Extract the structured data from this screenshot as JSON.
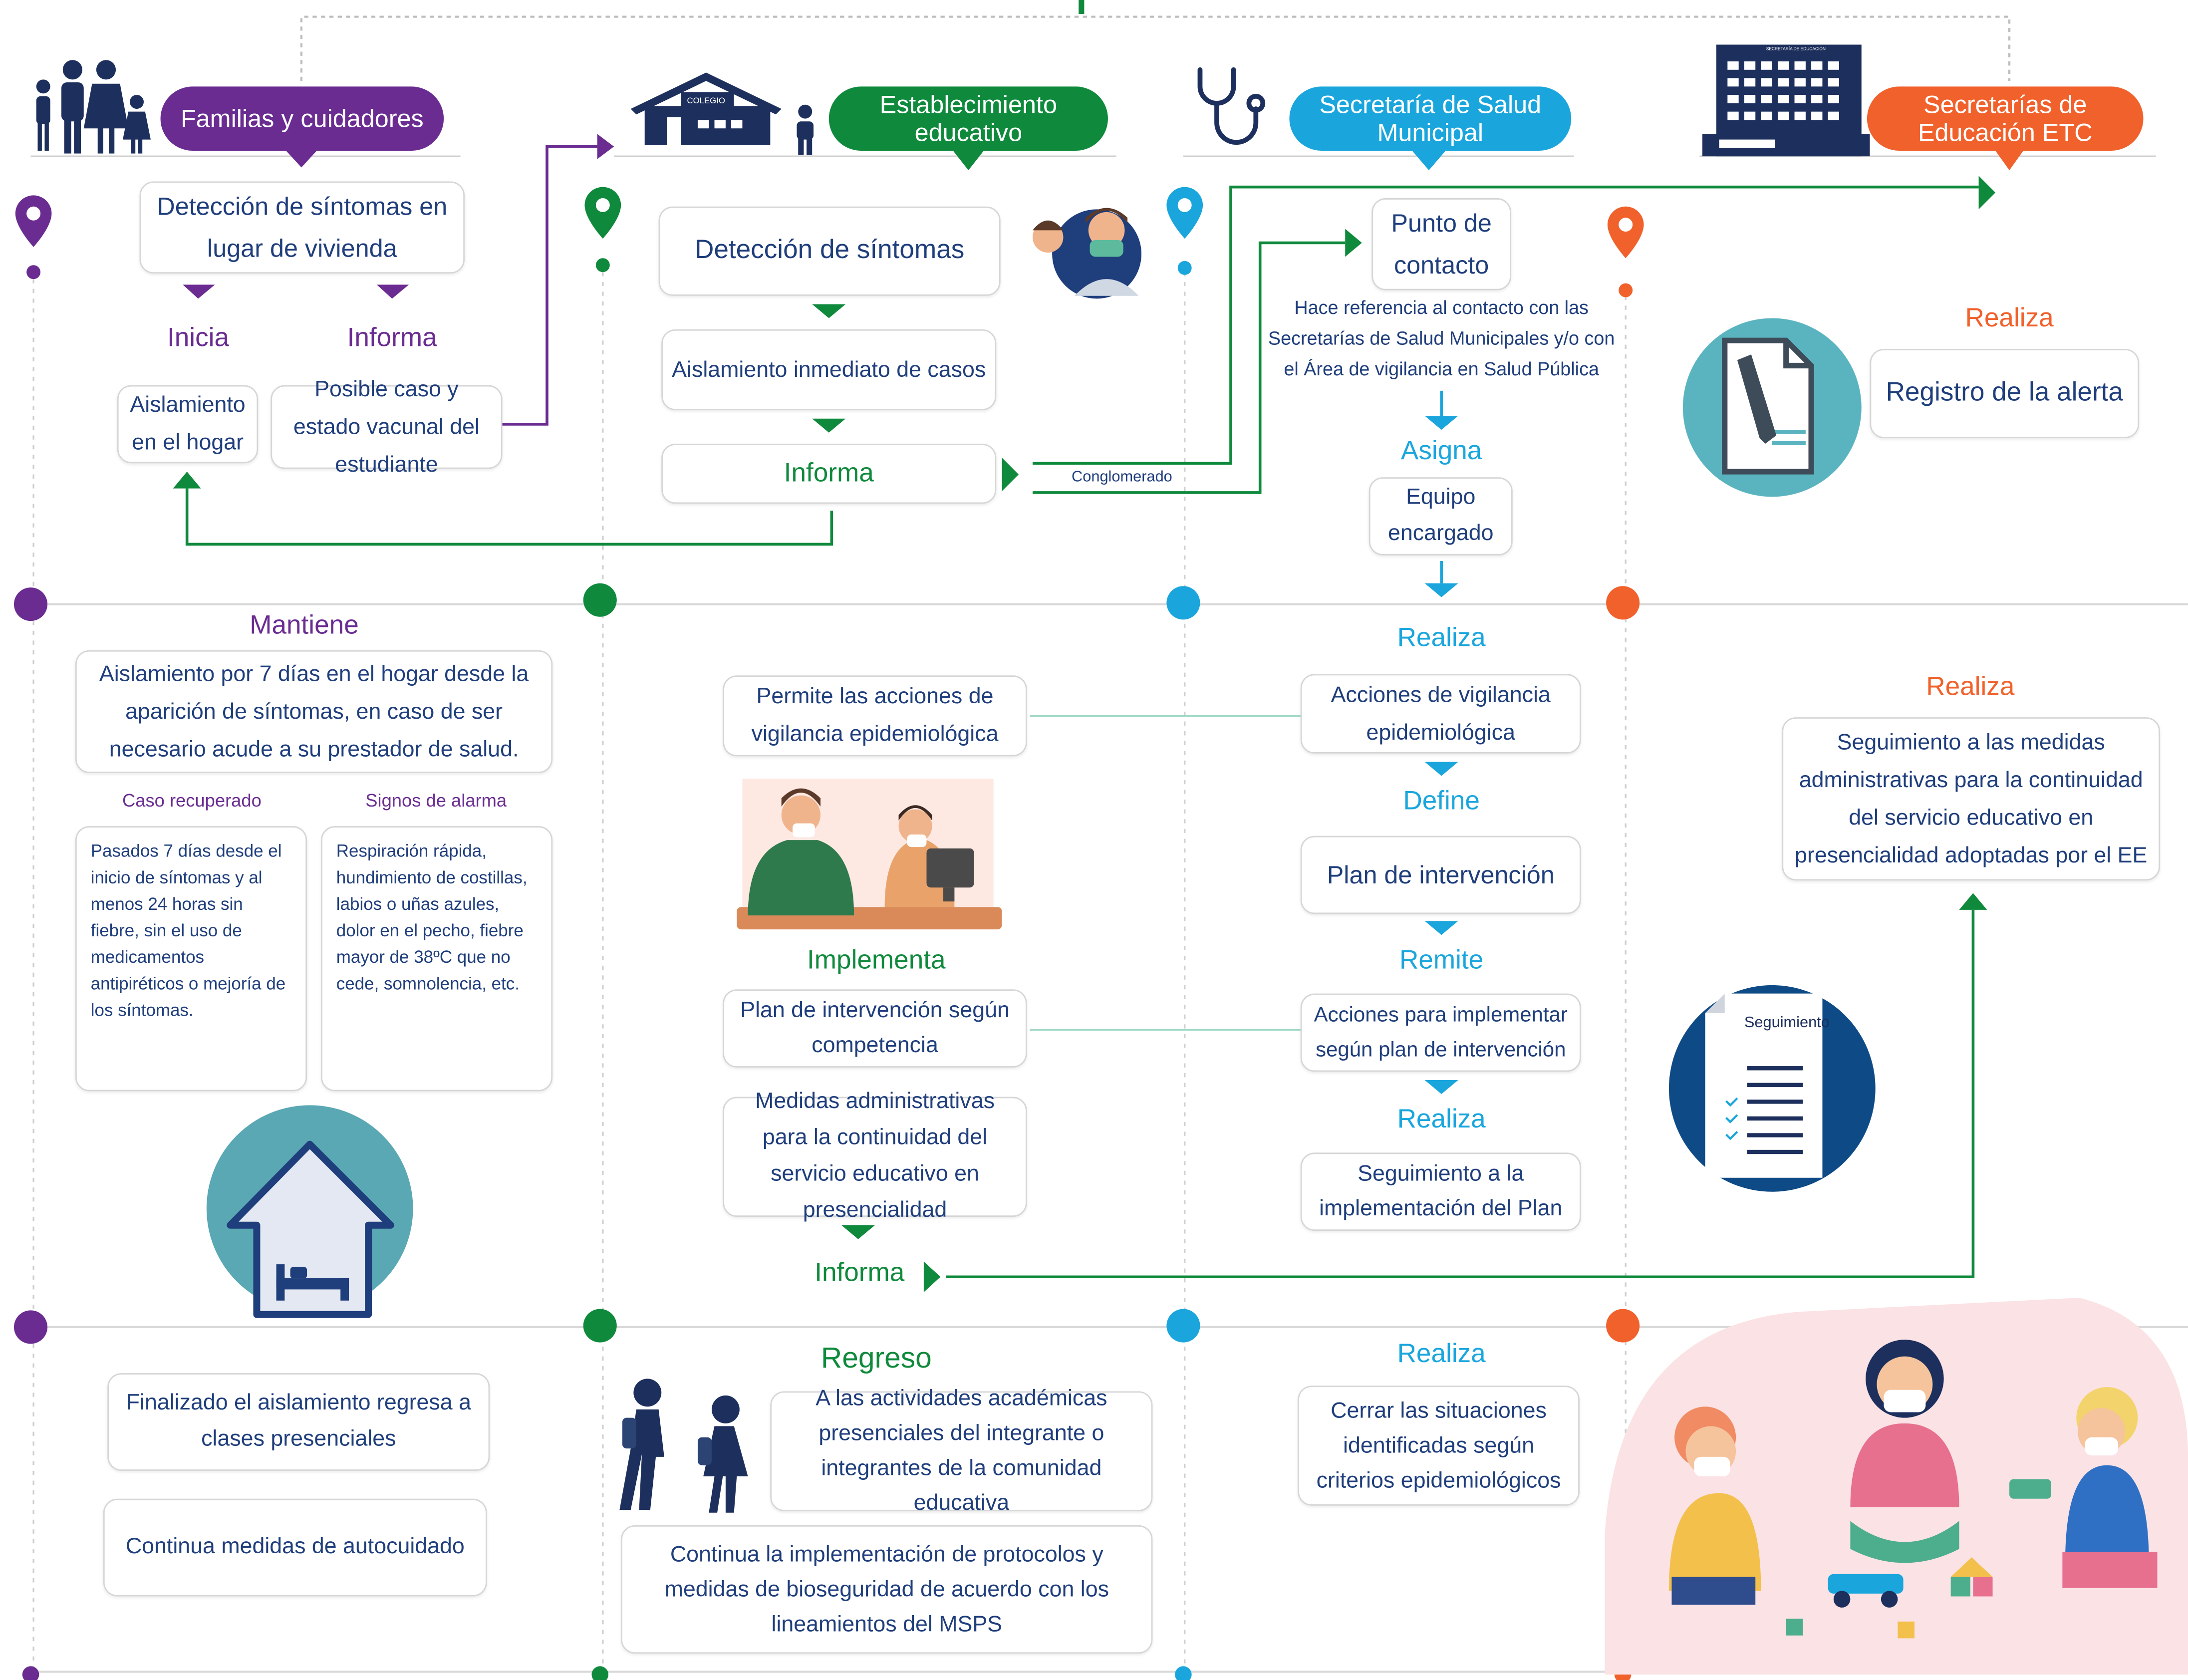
{
  "headers": {
    "families": "Familias y cuidadores",
    "school": "Establecimiento educativo",
    "health": "Secretaría de Salud Municipal",
    "education": "Secretarías de Educación ETC"
  },
  "icons": {
    "school_sign": "COLEGIO",
    "building_sign": "SECRETARÍA DE EDUCACIÓN",
    "doc_label": "Seguimiento"
  },
  "colors": {
    "purple": "#6a2c91",
    "green": "#0f8a3c",
    "blue": "#1aa6dd",
    "orange": "#f1612c",
    "navy": "#1f3e7c"
  },
  "families": {
    "detect": "Detección de síntomas en lugar de vivienda",
    "inicia": "Inicia",
    "informa": "Informa",
    "aislamiento": "Aislamiento en el hogar",
    "posible": "Posible caso y estado vacunal del estudiante",
    "mantiene": "Mantiene",
    "aislamiento7": "Aislamiento por 7 días en el hogar desde la aparición de síntomas, en caso de ser necesario acude a su prestador de salud.",
    "recuperado_title": "Caso recuperado",
    "recuperado_text": "Pasados 7 días desde el inicio de síntomas y al menos 24 horas sin fiebre, sin el uso de medicamentos antipiréticos o mejoría de los síntomas.",
    "alarma_title": "Signos de alarma",
    "alarma_text": "Respiración rápida, hundimiento de costillas, labios o uñas azules, dolor en el pecho, fiebre mayor de 38ºC que no cede, somnolencia, etc.",
    "finalizado": "Finalizado el aislamiento regresa a clases presenciales",
    "continua": "Continua medidas de autocuidado"
  },
  "school": {
    "detect": "Detección de síntomas",
    "aislamiento": "Aislamiento inmediato de casos",
    "informa": "Informa",
    "conglomerado": "Conglomerado",
    "permite": "Permite las acciones de vigilancia epidemiológica",
    "implementa": "Implementa",
    "plan": "Plan de intervención según competencia",
    "medidas": "Medidas administrativas para la continuidad del servicio educativo en presencialidad",
    "informa2": "Informa",
    "regreso": "Regreso",
    "actividades": "A las actividades académicas presenciales del integrante o integrantes de la comunidad educativa",
    "protocolos": "Continua la implementación de protocolos y medidas de bioseguridad de acuerdo con los lineamientos del MSPS"
  },
  "health": {
    "punto": "Punto de contacto",
    "referencia": "Hace referencia al contacto con las Secretarías de Salud Municipales y/o con el Área de vigilancia en Salud Pública",
    "asigna": "Asigna",
    "equipo": "Equipo encargado",
    "realiza1": "Realiza",
    "acciones": "Acciones de vigilancia epidemiológica",
    "define": "Define",
    "plan": "Plan de intervención",
    "remite": "Remite",
    "acciones_impl": "Acciones para implementar según plan de intervención",
    "realiza2": "Realiza",
    "seguimiento": "Seguimiento a la implementación del Plan",
    "realiza3": "Realiza",
    "cerrar": "Cerrar las situaciones identificadas según criterios epidemiológicos"
  },
  "education": {
    "realiza1": "Realiza",
    "registro": "Registro de la alerta",
    "realiza2": "Realiza",
    "seguimiento": "Seguimiento a las medidas administrativas para la continuidad del servicio educativo en presencialidad adoptadas por el EE"
  }
}
